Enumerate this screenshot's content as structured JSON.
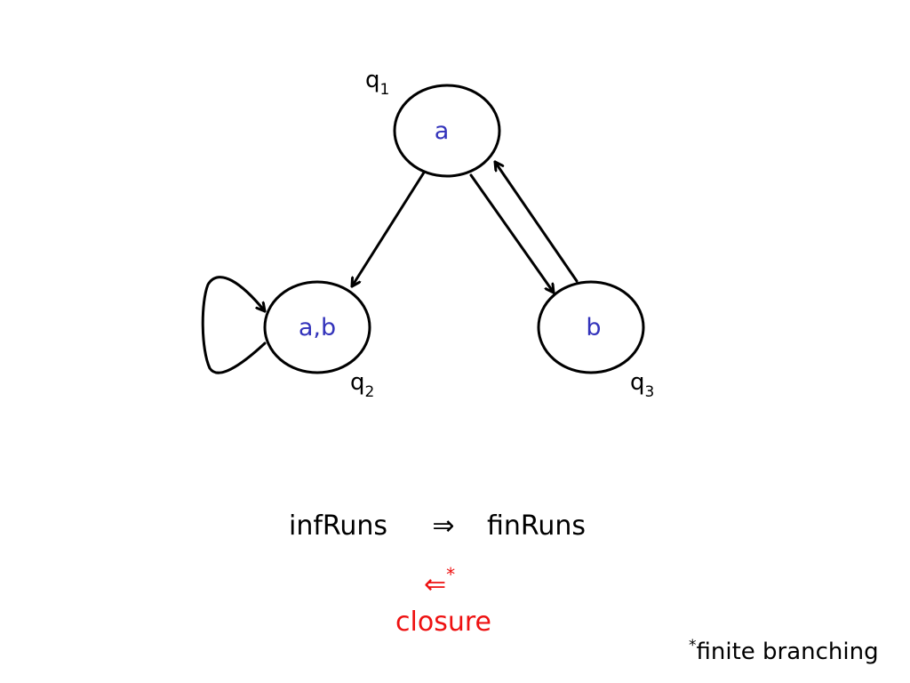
{
  "colors": {
    "ink": "#000000",
    "state_label": "#3333bb",
    "accent": "#ee1111"
  },
  "states": [
    {
      "id": "q1",
      "name": "q",
      "index": "1",
      "label": "a"
    },
    {
      "id": "q2",
      "name": "q",
      "index": "2",
      "label": "a,b"
    },
    {
      "id": "q3",
      "name": "q",
      "index": "3",
      "label": "b"
    }
  ],
  "relation": {
    "left": "infRuns",
    "implies_symbol": "⇒",
    "right": "finRuns",
    "reverse_symbol": "⇐",
    "reverse_mark": "*",
    "reverse_caption": "closure"
  },
  "footnote": {
    "mark": "*",
    "text": "finite branching"
  }
}
